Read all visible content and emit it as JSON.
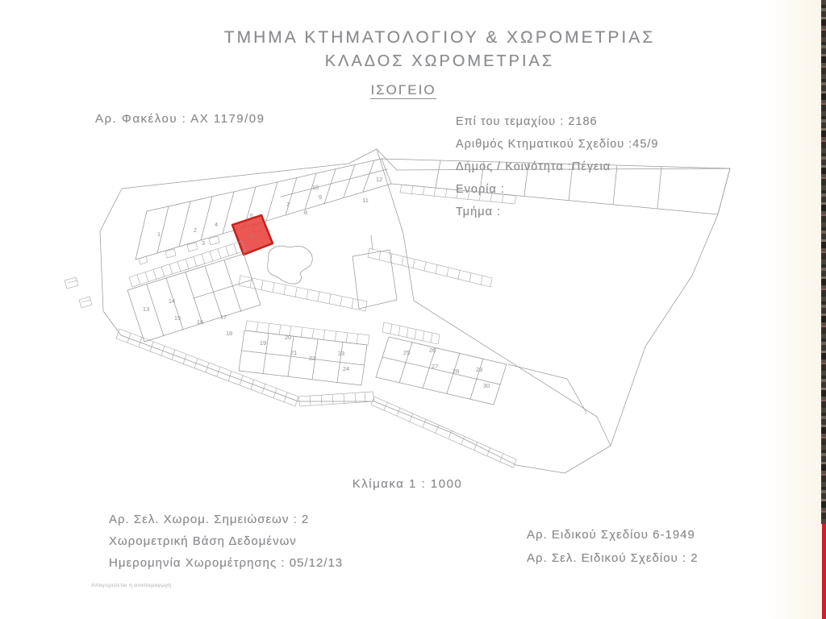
{
  "page": {
    "background": "#ffffff",
    "ink_color": "#8b8d90",
    "highlight_red": "#e8403a",
    "edge_strip_red": "#cc2128",
    "edge_strip_dark": "#3b3533"
  },
  "header": {
    "title_line1": "ΤΜΗΜΑ ΚΤΗΜΑΤΟΛΟΓΙΟΥ & ΧΩΡΟΜΕΤΡΙΑΣ",
    "title_line2": "ΚΛΑΔΟΣ ΧΩΡΟΜΕΤΡΙΑΣ",
    "floor_label": "ΙΣΟΓΕΙΟ"
  },
  "file_info": {
    "file_no_line": "Αρ. Φακέλου : ΑΧ 1179/09"
  },
  "parcel_info": {
    "line1": "Επί του τεμαχίου : 2186",
    "line2": "Αριθμός Κτηματικού Σχεδίου :45/9",
    "line3": "Δήμος / Κοινότητα :Πέγεια",
    "line4": "Ενορία :",
    "line5": "Τμήμα :"
  },
  "plan": {
    "scale_label": "Κλίμακα 1 : 1000",
    "highlighted_plot": "5",
    "plot_numbers_top": [
      "1",
      "2",
      "3",
      "4",
      "5",
      "6",
      "7",
      "8",
      "9",
      "10",
      "11",
      "12"
    ],
    "plot_numbers_mid_left": [
      "13",
      "14",
      "15",
      "16",
      "17",
      "18"
    ],
    "plot_numbers_mid_right": [
      "19",
      "20",
      "21",
      "22",
      "23",
      "24"
    ],
    "plot_numbers_lower_right": [
      "25",
      "26",
      "27",
      "28",
      "29",
      "30"
    ]
  },
  "footer": {
    "left_line1": "Αρ. Σελ. Χωρομ. Σημειώσεων : 2",
    "left_line2": "Χωρομετρική Βάση Δεδομένων",
    "left_line3": "Ημερομηνία Χωρομέτρησης : 05/12/13",
    "right_line1": "Αρ. Ειδικού Σχεδίου  6-1949",
    "right_line2": "Αρ. Σελ. Ειδικού Σχεδίου : 2",
    "disclaimer": "Απαγορεύεται η αναπαραγωγή"
  }
}
